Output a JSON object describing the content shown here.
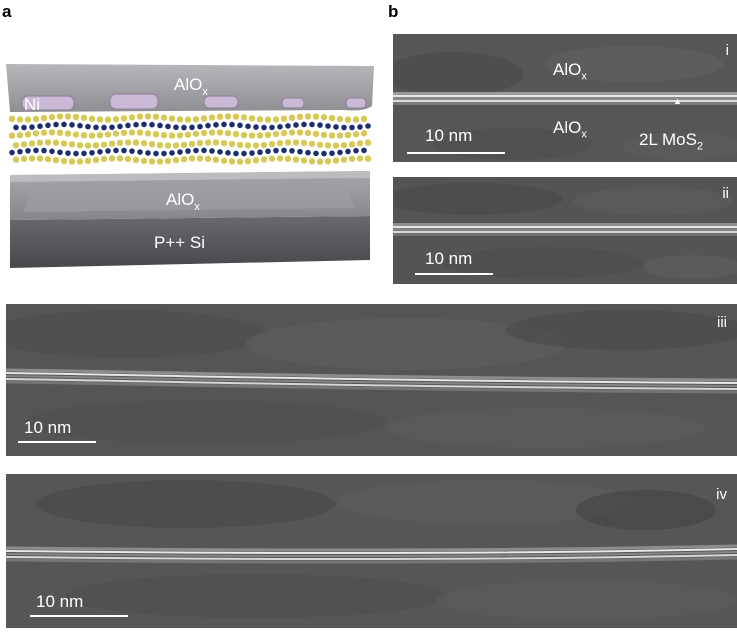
{
  "panels": {
    "a": {
      "letter": "a",
      "labels": {
        "top_oxide": "AlO",
        "top_oxide_sub": "x",
        "contact": "Ni",
        "bottom_oxide": "AlO",
        "bottom_oxide_sub": "x",
        "substrate": "P++ Si"
      }
    },
    "b": {
      "letter": "b",
      "images": [
        {
          "roman": "i",
          "scale": "10 nm",
          "top_label": "AlO",
          "top_label_sub": "x",
          "bottom_label": "AlO",
          "bottom_label_sub": "x",
          "layer_label": "2L MoS",
          "layer_label_sub": "2",
          "marker": "▲"
        },
        {
          "roman": "ii",
          "scale": "10 nm"
        },
        {
          "roman": "iii",
          "scale": "10 nm"
        },
        {
          "roman": "iv",
          "scale": "10 nm"
        }
      ]
    }
  },
  "colors": {
    "tem_background": "#5a5a5a",
    "tem_line": "#e8e8e8",
    "oxide": "#9a9a9e",
    "substrate": "#5f5f63",
    "ni_contact": "#c9b8d6",
    "sulfur": "#d8c858",
    "molybdenum": "#1d2f6b"
  }
}
